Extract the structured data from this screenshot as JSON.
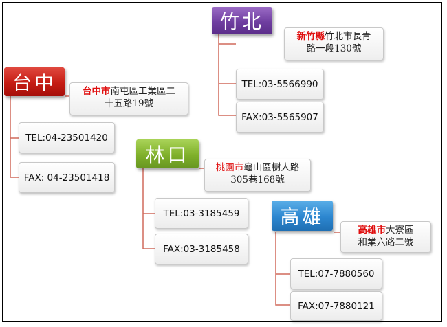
{
  "colors": {
    "connector": "#d06a5c",
    "city_highlight": "#e01010"
  },
  "offices": {
    "hsinchu": {
      "name": "竹北",
      "address_city": "新竹縣",
      "address_line1": "竹北市長青",
      "address_line2": "路一段130號",
      "tel": "TEL:03-5566990",
      "fax": "FAX:03-5565907"
    },
    "taichung": {
      "name": "台中",
      "address_city": "台中市",
      "address_line1": "南屯區工業區二",
      "address_line2": "十五路19號",
      "tel": "TEL:04-23501420",
      "fax": "FAX: 04-23501418"
    },
    "linkou": {
      "name": "林口",
      "address_city": "桃園市",
      "address_line1": "龜山區樹人路",
      "address_line2": "305巷168號",
      "tel": "TEL:03-3185459",
      "fax": "FAX:03-3185458"
    },
    "kaohsiung": {
      "name": "高雄",
      "address_city": "高雄市",
      "address_line1": "大寮區",
      "address_line2": "和業六路二號",
      "tel": "TEL:07-7880560",
      "fax": "FAX:07-7880121"
    }
  }
}
